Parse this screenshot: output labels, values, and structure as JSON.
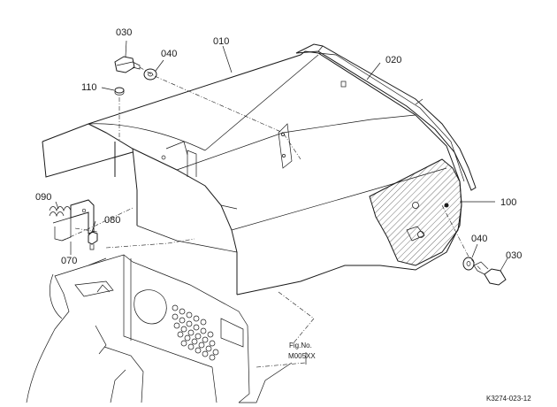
{
  "parts": {
    "p010": "010",
    "p020": "020",
    "p030_top": "030",
    "p030_right": "030",
    "p040_top": "040",
    "p040_right": "040",
    "p070": "070",
    "p080": "080",
    "p090": "090",
    "p100": "100",
    "p110": "110"
  },
  "figure_ref": {
    "line1": "Fig.No.",
    "line2": "M005XX"
  },
  "drawing_code": "K3274-023-12"
}
